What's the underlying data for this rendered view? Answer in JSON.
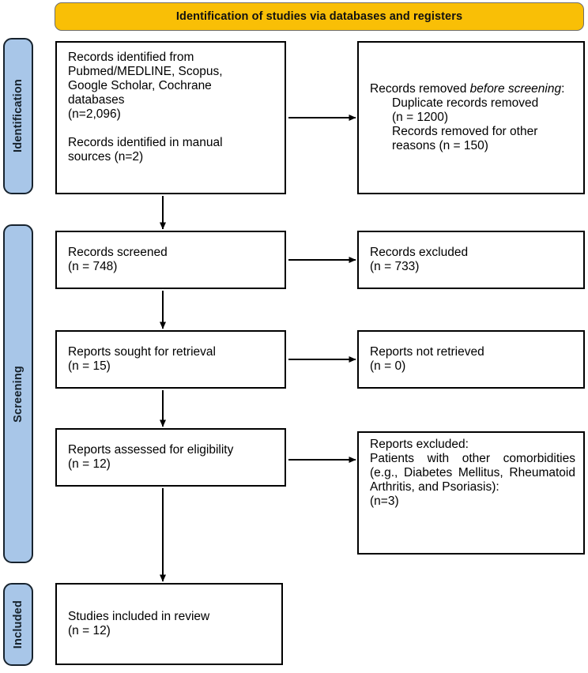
{
  "banner": {
    "title": "Identification of studies via databases and registers",
    "bg_color": "#f9bf06"
  },
  "stages": [
    {
      "id": "identification",
      "label": "Identification",
      "color": "#a8c6e8"
    },
    {
      "id": "screening",
      "label": "Screening",
      "color": "#a8c6e8"
    },
    {
      "id": "included",
      "label": "Included",
      "color": "#a8c6e8"
    }
  ],
  "boxes": {
    "identified": {
      "line1": "Records identified from",
      "line2": "Pubmed/MEDLINE, Scopus,",
      "line3": "Google Scholar, Cochrane",
      "line4": "databases",
      "line5": "(n=2,096)",
      "line6": "",
      "line7": "Records identified in manual",
      "line8": "sources (n=2)"
    },
    "removed": {
      "lead": "Records removed ",
      "lead_italic": "before screening",
      "lead_colon": ":",
      "item1": "Duplicate records removed",
      "item1_n": "(n = 1200)",
      "item2": "Records removed for other",
      "item2_n": "reasons (n = 150)"
    },
    "screened": {
      "label": "Records screened",
      "count": "(n = 748)"
    },
    "excluded_screened": {
      "label": "Records excluded",
      "count": "(n = 733)"
    },
    "sought": {
      "label": "Reports sought for retrieval",
      "count": "(n = 15)"
    },
    "not_retrieved": {
      "label": "Reports not retrieved",
      "count": "(n = 0)"
    },
    "assessed": {
      "label": "Reports assessed for eligibility",
      "count": "(n = 12)"
    },
    "reports_excluded": {
      "heading": "Reports excluded:",
      "body": "Patients with other comorbidities (e.g., Diabetes Mellitus, Rheumatoid Arthritis, and Psoriasis):",
      "count": "(n=3)"
    },
    "included": {
      "label": "Studies included in review",
      "count": "(n = 12)"
    }
  },
  "connectors": [
    {
      "name": "identified-to-removed",
      "type": "horizontal-arrow"
    },
    {
      "name": "identified-to-screened",
      "type": "vertical-arrow"
    },
    {
      "name": "screened-to-excluded",
      "type": "horizontal-arrow"
    },
    {
      "name": "screened-to-sought",
      "type": "vertical-arrow"
    },
    {
      "name": "sought-to-not-retrieved",
      "type": "horizontal-arrow"
    },
    {
      "name": "sought-to-assessed",
      "type": "vertical-arrow"
    },
    {
      "name": "assessed-to-reports-excluded",
      "type": "horizontal-arrow"
    },
    {
      "name": "assessed-to-included",
      "type": "vertical-arrow"
    }
  ]
}
